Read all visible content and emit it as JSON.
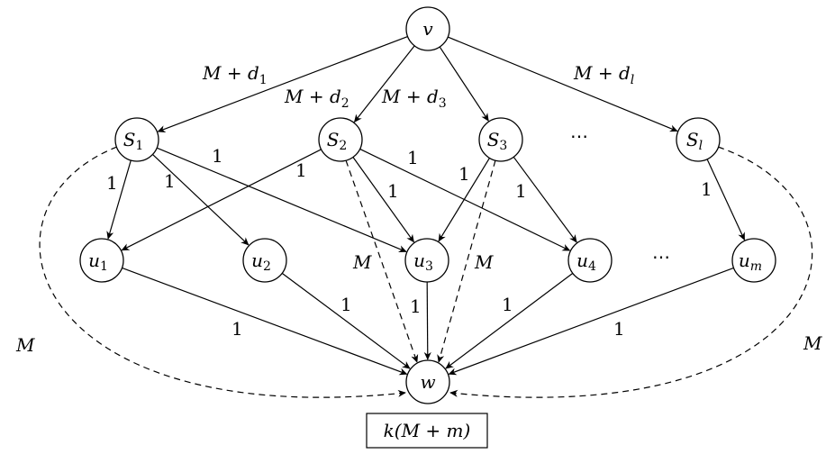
{
  "diagram": {
    "nodes": [
      {
        "id": "v",
        "name": "v",
        "sub": ""
      },
      {
        "id": "S1",
        "name": "S",
        "sub": "1"
      },
      {
        "id": "S2",
        "name": "S",
        "sub": "2"
      },
      {
        "id": "S3",
        "name": "S",
        "sub": "3"
      },
      {
        "id": "Sl",
        "name": "S",
        "sub": "l"
      },
      {
        "id": "u1",
        "name": "u",
        "sub": "1"
      },
      {
        "id": "u2",
        "name": "u",
        "sub": "2"
      },
      {
        "id": "u3",
        "name": "u",
        "sub": "3"
      },
      {
        "id": "u4",
        "name": "u",
        "sub": "4"
      },
      {
        "id": "um",
        "name": "u",
        "sub": "m"
      },
      {
        "id": "w",
        "name": "w",
        "sub": ""
      }
    ],
    "edges": [
      {
        "from": "v",
        "to": "S1",
        "label": "M + d",
        "label_sub": "1",
        "style": "solid"
      },
      {
        "from": "v",
        "to": "S2",
        "label": "M + d",
        "label_sub": "2",
        "style": "solid"
      },
      {
        "from": "v",
        "to": "S3",
        "label": "M + d",
        "label_sub": "3",
        "style": "solid"
      },
      {
        "from": "v",
        "to": "Sl",
        "label": "M + d",
        "label_sub": "l",
        "style": "solid"
      },
      {
        "from": "S1",
        "to": "u1",
        "label": "1",
        "style": "solid"
      },
      {
        "from": "S1",
        "to": "u2",
        "label": "1",
        "style": "solid"
      },
      {
        "from": "S1",
        "to": "u3",
        "label": "1",
        "style": "solid"
      },
      {
        "from": "S2",
        "to": "u1",
        "label": "1",
        "style": "solid"
      },
      {
        "from": "S2",
        "to": "u3",
        "label": "1",
        "style": "solid"
      },
      {
        "from": "S2",
        "to": "u4",
        "label": "1",
        "style": "solid"
      },
      {
        "from": "S3",
        "to": "u3",
        "label": "1",
        "style": "solid"
      },
      {
        "from": "S3",
        "to": "u4",
        "label": "1",
        "style": "solid"
      },
      {
        "from": "Sl",
        "to": "um",
        "label": "1",
        "style": "solid"
      },
      {
        "from": "u1",
        "to": "w",
        "label": "1",
        "style": "solid"
      },
      {
        "from": "u2",
        "to": "w",
        "label": "1",
        "style": "solid"
      },
      {
        "from": "u3",
        "to": "w",
        "label": "1",
        "style": "solid"
      },
      {
        "from": "u4",
        "to": "w",
        "label": "1",
        "style": "solid"
      },
      {
        "from": "um",
        "to": "w",
        "label": "1",
        "style": "solid"
      },
      {
        "from": "S1",
        "to": "w",
        "label": "M",
        "style": "dashed"
      },
      {
        "from": "S2",
        "to": "w",
        "label": "M",
        "style": "dashed"
      },
      {
        "from": "S3",
        "to": "w",
        "label": "M",
        "style": "dashed"
      },
      {
        "from": "Sl",
        "to": "w",
        "label": "M",
        "style": "dashed"
      }
    ],
    "ellipsis_s": "⋯",
    "ellipsis_u": "⋯",
    "capacity_box": "k(M + m)"
  }
}
